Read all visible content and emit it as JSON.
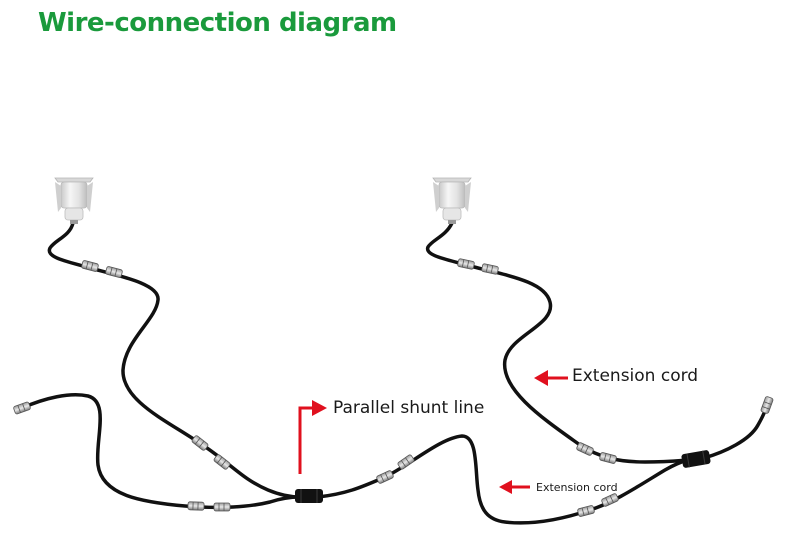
{
  "title": "Wire-connection diagram",
  "labels": {
    "parallel_shunt_line": "Parallel shunt line",
    "extension_cord_upper": "Extension cord",
    "extension_cord_lower": "Extension cord"
  },
  "colors": {
    "title": "#1a9a3c",
    "arrow": "#e0101e",
    "wire": "#111111"
  },
  "icons": [
    "light-fixture-icon",
    "connector-icon",
    "junction-box-icon",
    "arrow-icon"
  ]
}
